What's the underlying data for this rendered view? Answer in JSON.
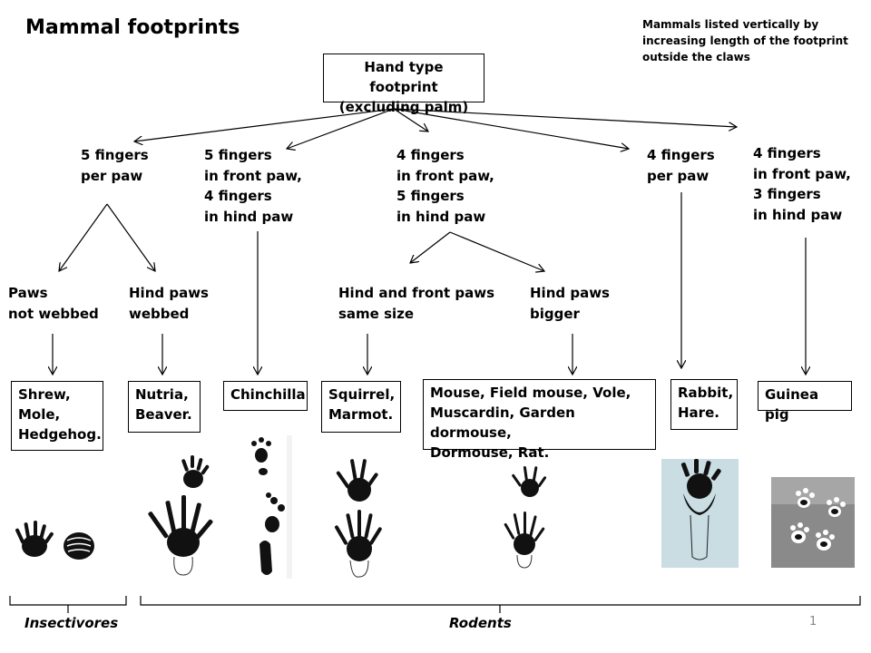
{
  "title": "Mammal footprints",
  "note": "Mammals listed vertically by increasing length of the footprint outside the claws",
  "root": "Hand type footprint\n(excluding palm)",
  "level1": [
    "5 fingers\nper paw",
    "5 fingers\nin front paw,\n4 fingers\nin hind paw",
    "4 fingers\nin front paw,\n5 fingers\nin hind paw",
    "4 fingers\nper paw",
    "4 fingers\nin front paw,\n3 fingers\nin hind paw"
  ],
  "level2": [
    "Paws\nnot webbed",
    "Hind paws\nwebbed",
    "Hind and front paws\nsame size",
    "Hind paws\nbigger"
  ],
  "boxes": [
    "Shrew,\nMole,\nHedgehog.",
    "Nutria,\nBeaver.",
    "Chinchilla",
    "Squirrel,\nMarmot.",
    "Mouse, Field mouse, Vole,\nMuscardin, Garden dormouse,\nDormouse, Rat.",
    "Rabbit,\nHare.",
    "Guinea pig"
  ],
  "groups": {
    "insectivores": "Insectivores",
    "rodents": "Rodents"
  },
  "page_number": "1"
}
